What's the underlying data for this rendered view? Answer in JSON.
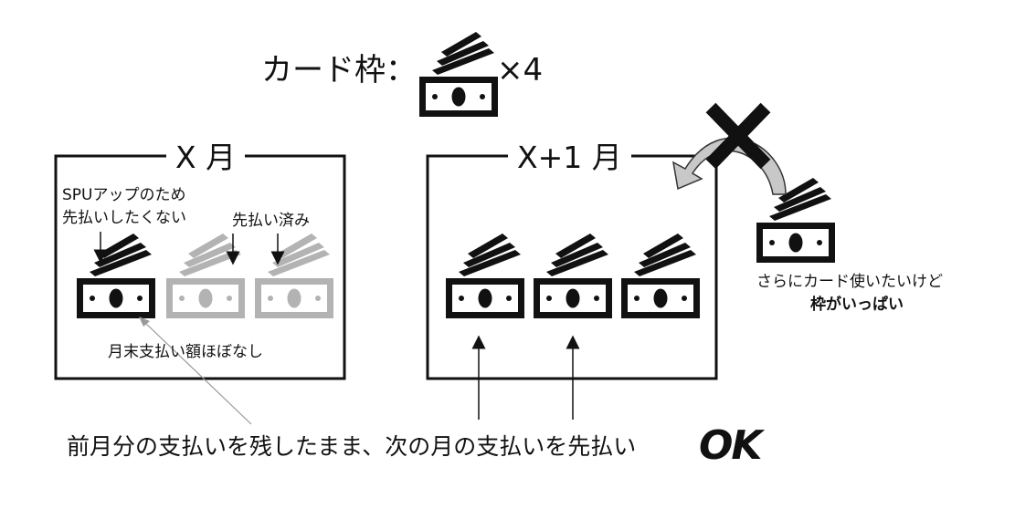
{
  "header": {
    "label": "カード枠：",
    "multiplier": "×4"
  },
  "month_x": {
    "title": "X 月",
    "note_spu_line1": "SPUアップのため",
    "note_spu_line2": "先払いしたくない",
    "note_prepaid": "先払い済み",
    "note_month_end": "月末支払い額ほぼなし"
  },
  "month_x1": {
    "title": "X+1 月"
  },
  "side_note": {
    "line1": "さらにカード使いたいけど",
    "line2": "枠がいっぱい"
  },
  "footer": {
    "text": "前月分の支払いを残したまま、次の月の支払いを先払い",
    "ok": "OK"
  },
  "colors": {
    "ink": "#111111",
    "used_card": "#b3b3b3",
    "arrow_fill": "#c8c8c8",
    "background": "#ffffff"
  },
  "icons": [
    "cash-bill-icon",
    "down-arrow-icon",
    "up-arrow-icon",
    "cross-mark-icon",
    "curved-arrow-icon"
  ]
}
